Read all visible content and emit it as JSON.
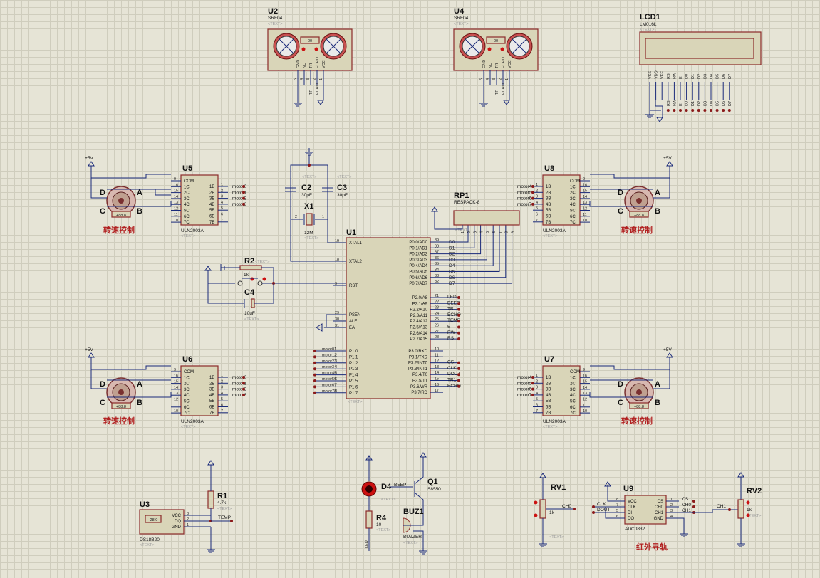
{
  "text_placeholder": "<TEXT>",
  "chinese": {
    "speed_ctrl": "转速控制",
    "ir_track": "红外寻轨"
  },
  "sonar": {
    "type": "SRF04",
    "display": "00",
    "pins": [
      "GND",
      "NC",
      "TR",
      "ECHO",
      "VCC"
    ],
    "pin_numbers": [
      "5",
      "4",
      "3",
      "2",
      "1"
    ],
    "net_tr": "TR",
    "net_echo": "ECHO",
    "u2": "U2",
    "u4": "U4"
  },
  "lcd": {
    "ref": "LCD1",
    "type": "LM016L",
    "pins": [
      "VSS",
      "VDD",
      "VEE",
      "RS",
      "RW",
      "E",
      "D0",
      "D1",
      "D2",
      "D3",
      "D4",
      "D5",
      "D6",
      "D7"
    ],
    "nets": [
      "RS",
      "RW",
      "E",
      "D0",
      "D1",
      "D2",
      "D3",
      "D4",
      "D5",
      "D6",
      "D7"
    ]
  },
  "power": {
    "vcc": "+5V"
  },
  "uln": {
    "type": "ULN2003A",
    "left_pins": [
      "1B",
      "2B",
      "3B",
      "4B",
      "5B",
      "6B",
      "7B"
    ],
    "right_pins": [
      "COM",
      "1C",
      "2C",
      "3C",
      "4C",
      "5C",
      "6C",
      "7C"
    ],
    "left_nums": [
      "1",
      "2",
      "3",
      "4",
      "5",
      "6",
      "7"
    ],
    "right_nums": [
      "9",
      "16",
      "15",
      "14",
      "13",
      "12",
      "11",
      "10"
    ],
    "u5": {
      "ref": "U5",
      "nets": [
        "motor0",
        "motor1",
        "motor2",
        "motor3"
      ]
    },
    "u6": {
      "ref": "U6",
      "nets": [
        "motor0",
        "motor1",
        "motor2",
        "motor3"
      ]
    },
    "u8": {
      "ref": "U8",
      "nets": [
        "motor4",
        "motor5",
        "motor6",
        "motor7"
      ]
    },
    "u7": {
      "ref": "U7",
      "nets": [
        "motor4",
        "motor5",
        "motor6",
        "motor7"
      ]
    }
  },
  "motor": {
    "display": "+88.8",
    "a": "A",
    "b": "B",
    "c": "C",
    "d": "D"
  },
  "crystal": {
    "c2": "C2",
    "c3": "C3",
    "cap_val": "30pF",
    "x1": "X1",
    "x1_val": "12M",
    "pin1": "1",
    "pin2": "2"
  },
  "rp1": {
    "ref": "RP1",
    "type": "RESPACK-8",
    "pins": [
      "1",
      "2",
      "3",
      "4",
      "5",
      "6",
      "7",
      "8",
      "9"
    ]
  },
  "reset": {
    "r2": "R2",
    "r2_val": "1k",
    "c4": "C4",
    "c4_val": "10uF"
  },
  "mcu": {
    "ref": "U1",
    "left_top": [
      {
        "num": "19",
        "name": "XTAL1"
      },
      {
        "num": "18",
        "name": "XTAL2"
      },
      {
        "num": "9",
        "name": "RST"
      },
      {
        "num": "29",
        "name": "PSEN"
      },
      {
        "num": "30",
        "name": "ALE"
      },
      {
        "num": "31",
        "name": "EA"
      }
    ],
    "p1": [
      "P1.0",
      "P1.1",
      "P1.2",
      "P1.3",
      "P1.4",
      "P1.5",
      "P1.6",
      "P1.7"
    ],
    "p1_nums": [
      "1",
      "2",
      "3",
      "4",
      "5",
      "6",
      "7",
      "8"
    ],
    "p1_nets": [
      "motor01",
      "motor12",
      "motor23",
      "motor34",
      "motor45",
      "motor56",
      "motor67",
      "motor78"
    ],
    "p0": [
      "P0.0/AD0",
      "P0.1/AD1",
      "P0.2/AD2",
      "P0.3/AD3",
      "P0.4/AD4",
      "P0.5/AD5",
      "P0.6/AD6",
      "P0.7/AD7"
    ],
    "p0_nums": [
      "39",
      "38",
      "37",
      "36",
      "35",
      "34",
      "33",
      "32"
    ],
    "p0_nets": [
      "D0",
      "D1",
      "D2",
      "D3",
      "D4",
      "D5",
      "D6",
      "D7"
    ],
    "p2": [
      "P2.0/A8",
      "P2.1/A9",
      "P2.2/A10",
      "P2.3/A11",
      "P2.4/A12",
      "P2.5/A13",
      "P2.6/A14",
      "P2.7/A15"
    ],
    "p2_nums": [
      "21",
      "22",
      "23",
      "24",
      "25",
      "26",
      "27",
      "28"
    ],
    "p2_nets": [
      "LED",
      "BEEP",
      "TR",
      "ECHO",
      "TEMP",
      "E",
      "RW",
      "RS"
    ],
    "p3": [
      "P3.0/RXD",
      "P3.1/TXD",
      "P3.2/INT0",
      "P3.3/INT1",
      "P3.4/T0",
      "P3.5/T1",
      "P3.6/WR",
      "P3.7/RD"
    ],
    "p3_nums": [
      "10",
      "11",
      "12",
      "13",
      "14",
      "15",
      "16",
      "17"
    ],
    "p3_nets": [
      "",
      "",
      "CS",
      "CLK",
      "DOUT",
      "TR1",
      "ECHO",
      ""
    ]
  },
  "ds18b20": {
    "ref": "U3",
    "type": "DS18B20",
    "display": "-28.0",
    "pins": [
      "VCC",
      "DQ",
      "GND"
    ],
    "nums": [
      "3",
      "2",
      "1"
    ],
    "r1": "R1",
    "r1_val": "4.7k",
    "net": "TEMP"
  },
  "buzzer": {
    "d4": "D4",
    "led_net": "LED",
    "r4": "R4",
    "r4_val": "10",
    "q1": "Q1",
    "q1_type": "S8550",
    "beep_net": "BEEP",
    "buz": "BUZ1",
    "buz_type": "BUZZER"
  },
  "adc": {
    "ref": "U9",
    "type": "ADC0832",
    "left_pins": [
      "VCC",
      "CLK",
      "DI",
      "DO"
    ],
    "left_nums": [
      "8",
      "7",
      "5",
      "6"
    ],
    "right_pins": [
      "CS",
      "CH0",
      "CH1",
      "GND"
    ],
    "right_nums": [
      "1",
      "2",
      "3",
      "4"
    ],
    "left_nets": [
      "CLK",
      "DOUT"
    ],
    "right_nets": [
      "CS",
      "CH0",
      "CH1"
    ],
    "rv1": "RV1",
    "rv2": "RV2",
    "rv_val": "1k",
    "net_ch0": "CH0",
    "net_ch1": "CH1"
  }
}
